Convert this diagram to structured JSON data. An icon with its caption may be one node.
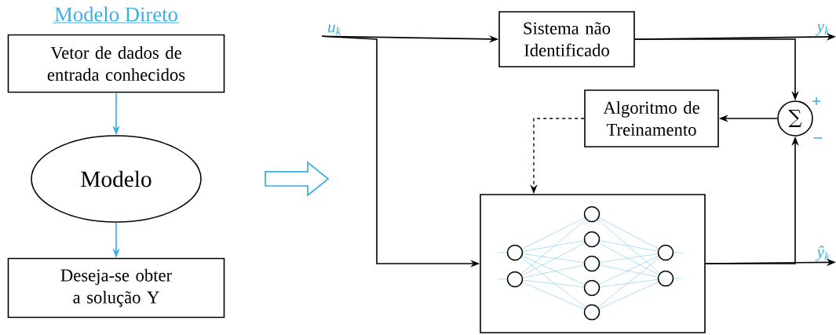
{
  "diagram": {
    "title": "Modelo Direto",
    "nodes": [
      {
        "text": [
          "Vetor de dados de entrada conhecidos"
        ]
      },
      {
        "text": [
          "Modelo"
        ]
      },
      {
        "text": [
          "Deseja-se obter a solução Y"
        ]
      },
      {
        "text": [
          "Sistema não Identificado"
        ]
      },
      {
        "text": [
          "Algoritmo de Treinamento"
        ]
      },
      {
        "text": [
          "∑"
        ]
      },
      {
        "text": [],
        "shape": "box"
      },
      {
        "text": [
          "u$_{k}$"
        ]
      },
      {
        "text": [
          "y$_{k}$"
        ]
      },
      {
        "text": [
          "ŷ$_{k}$"
        ]
      }
    ],
    "edges": [
      {
        "from": 0,
        "to": 1,
        "arrow": "to",
        "color": "#3aaee6"
      },
      {
        "from": 1,
        "to": 2,
        "arrow": "to",
        "color": "#3aaee6"
      },
      {
        "from": 7,
        "to": 3,
        "arrow": "to"
      },
      {
        "from": 7,
        "to": 6,
        "arrow": "to"
      },
      {
        "from": 3,
        "to": 8,
        "arrow": "to"
      },
      {
        "from": 3,
        "to": 5,
        "arrow": "to"
      },
      {
        "from": 5,
        "to": 4,
        "arrow": "to"
      },
      {
        "from": 4,
        "to": 6,
        "arrow": "to",
        "style": "dashed"
      },
      {
        "from": 6,
        "to": 9,
        "arrow": "to"
      },
      {
        "from": 6,
        "to": 5,
        "arrow": "to"
      }
    ],
    "labels": [
      "+",
      "–"
    ]
  }
}
